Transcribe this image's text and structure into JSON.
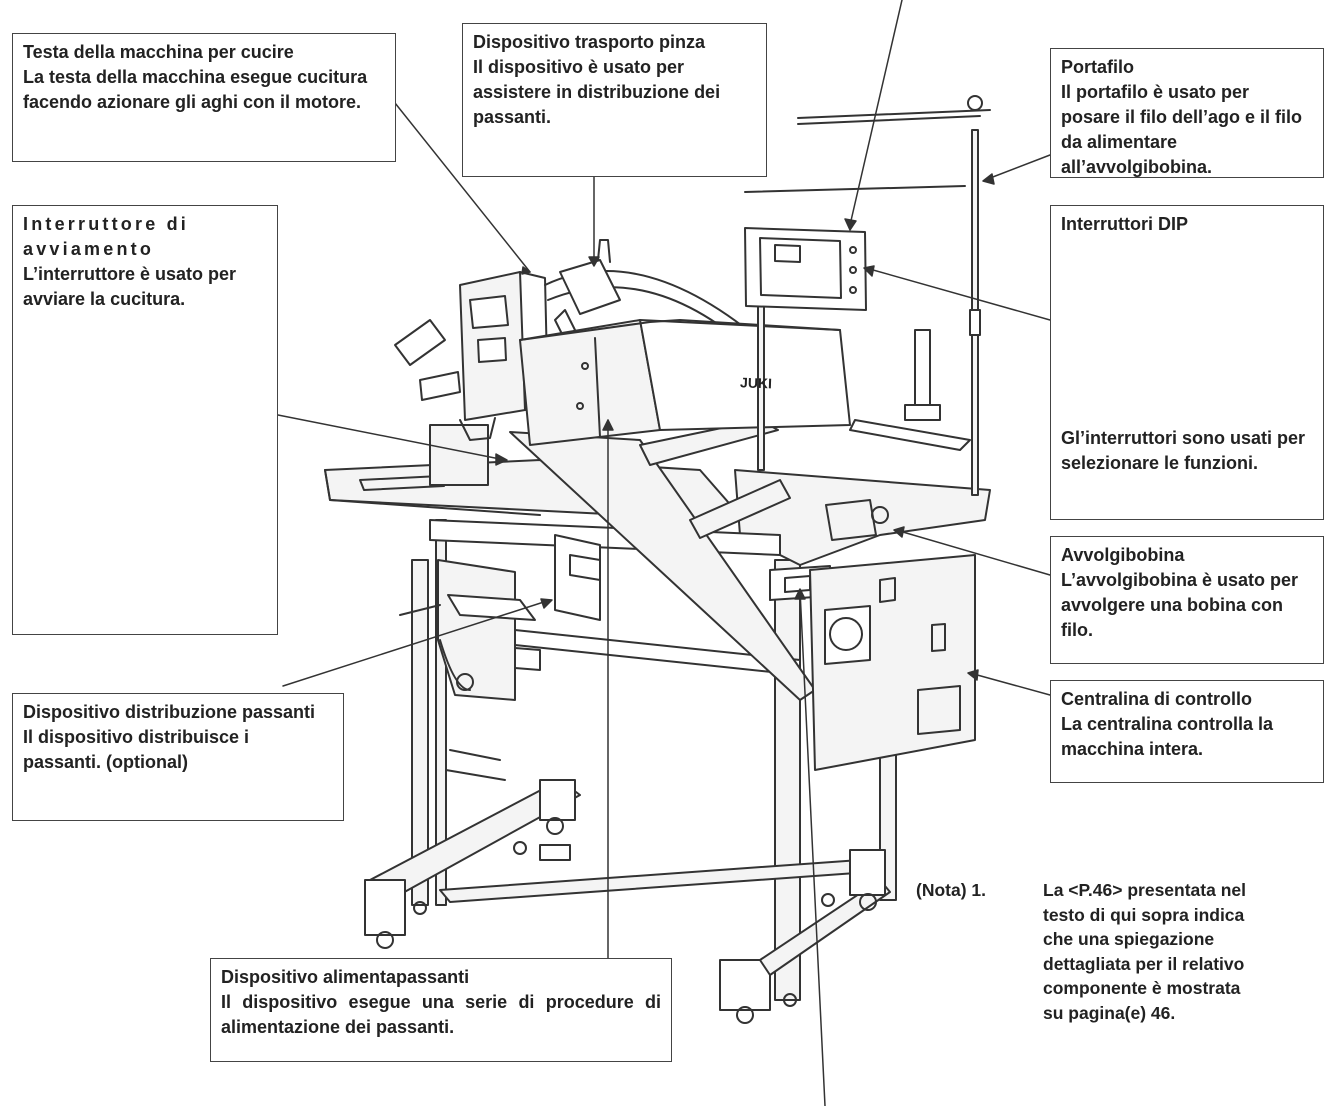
{
  "callouts": {
    "head": {
      "title": "Testa della macchina per cucire",
      "desc": "La testa della macchina esegue cucitura facendo azionare gli aghi con il motore."
    },
    "clamp_transport": {
      "title": "Dispositivo trasporto pinza",
      "desc": "Il dispositivo è usato per assistere in distribuzione dei passanti."
    },
    "thread_stand": {
      "title": "Portafilo",
      "desc": "Il portafilo è usato per posare il filo dell’ago e il filo da alimentare all’avvolgibobina."
    },
    "start_switch": {
      "title": "Interruttore di avviamento",
      "desc": "L’interruttore è usato per avviare la cucitura."
    },
    "dip_switches": {
      "title": "Interruttori DIP",
      "desc": "Gl’interruttori sono usati per selezionare le funzioni."
    },
    "bobbin_winder": {
      "title": "Avvolgibobina",
      "desc": "L’avvolgibobina è usato per avvolgere una bobina con filo."
    },
    "control_box": {
      "title": "Centralina di controllo",
      "desc": "La centralina controlla la macchina intera."
    },
    "loop_distributor": {
      "title": "Dispositivo distribuzione passanti",
      "desc": "Il dispositivo distribuisce i passanti. (optional)"
    },
    "loop_feeder": {
      "title": "Dispositivo alimentapassanti",
      "desc": "Il dispositivo esegue una serie di procedure di alimentazione dei passanti."
    }
  },
  "brand": "JUKI",
  "note": {
    "label": "(Nota) 1.",
    "text": "La <P.46> presentata nel testo di qui sopra indica che una spiegazione dettagliata per il relativo componente è mostrata su pagina(e) 46."
  },
  "colors": {
    "ink": "#222222",
    "line": "#444444",
    "fill": "#f4f4f4"
  }
}
